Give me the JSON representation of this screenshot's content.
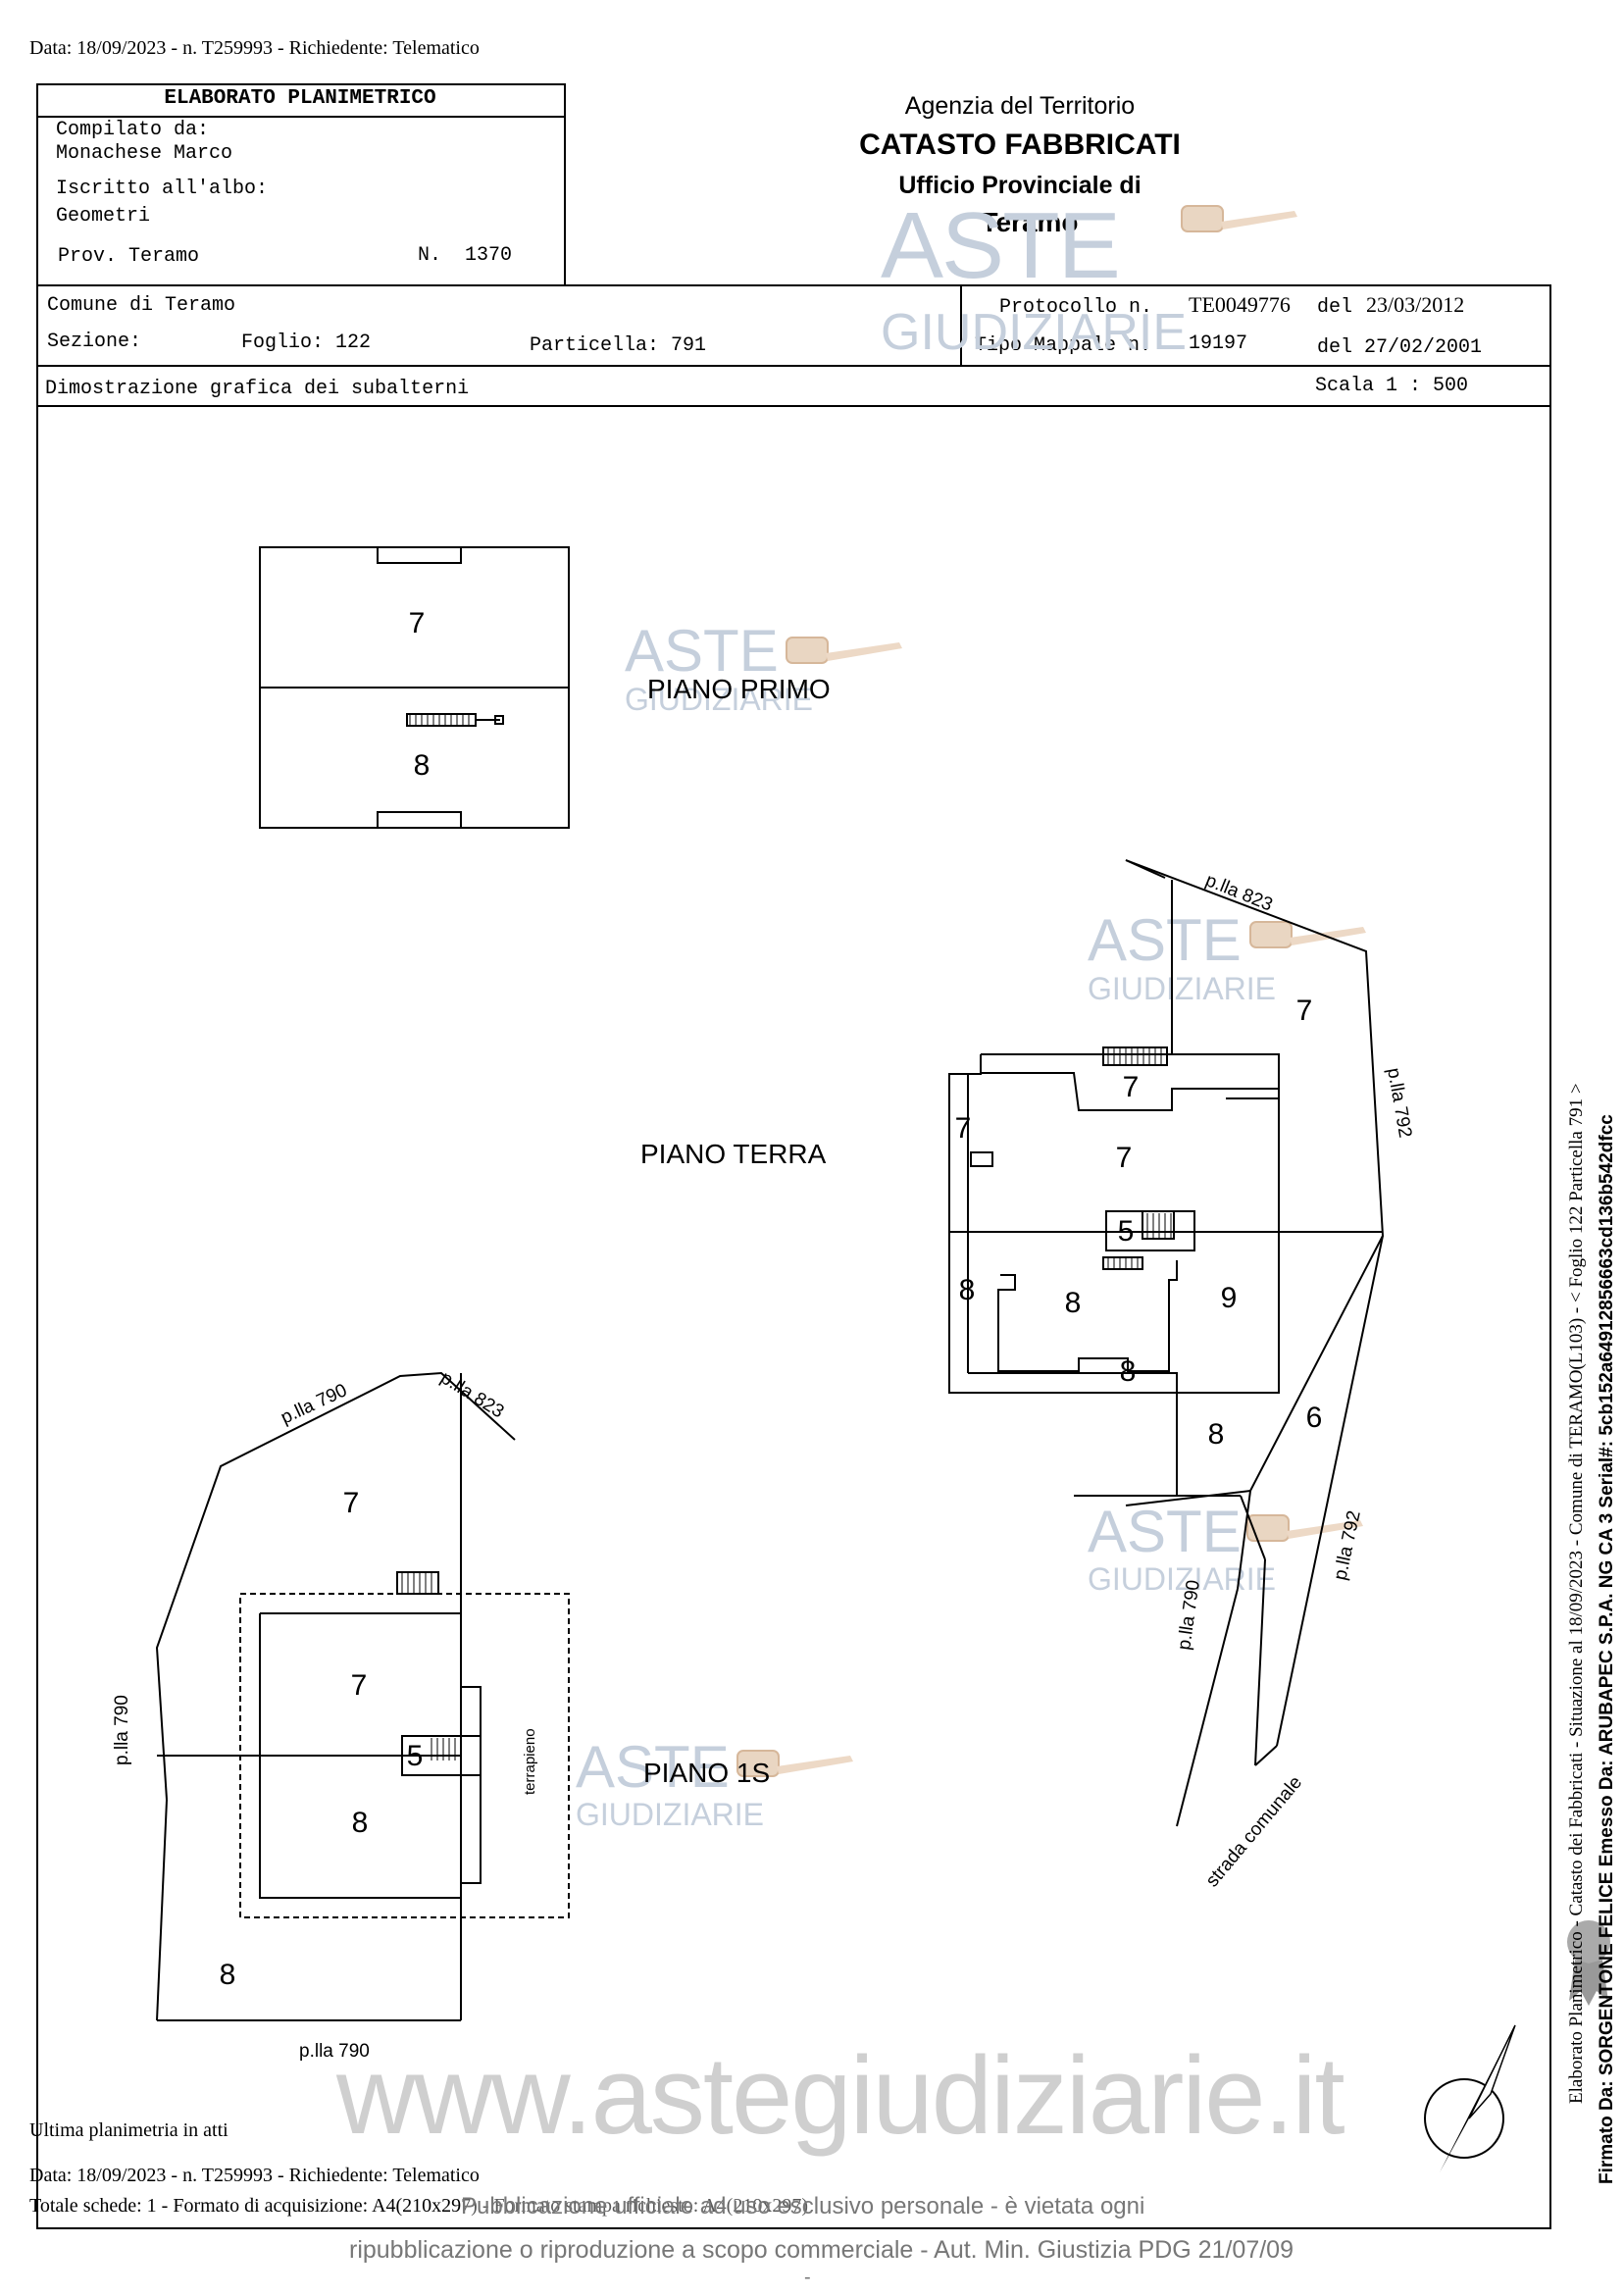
{
  "header": {
    "top_line": "Data: 18/09/2023 - n. T259993 - Richiedente: Telematico"
  },
  "compiler_box": {
    "title": "ELABORATO PLANIMETRICO",
    "compiled_by_label": "Compilato da:",
    "compiled_by_name": "Monachese Marco",
    "registered_label": "Iscritto all'albo:",
    "registered_value": "Geometri",
    "province": "Prov. Teramo",
    "number": "N.  1370"
  },
  "agency": {
    "line1": "Agenzia del Territorio",
    "line2": "CATASTO FABBRICATI",
    "line3": "Ufficio Provinciale di",
    "line4": "Teramo"
  },
  "info_row": {
    "comune": "Comune di Teramo",
    "sezione": "Sezione:",
    "foglio": "Foglio: 122",
    "particella": "Particella: 791",
    "protocollo_label": "Protocollo n.",
    "protocollo_value": "TE0049776",
    "protocollo_del_label": "del",
    "protocollo_del_value": "23/03/2012",
    "tipo_mappale_label": "Tipo Mappale n.",
    "tipo_mappale_value": "19197",
    "tipo_del": "del 27/02/2001",
    "dimostrazione": "Dimostrazione grafica dei subalterni",
    "scala": "Scala 1 : 500"
  },
  "plan": {
    "piano_primo": "PIANO PRIMO",
    "piano_terra": "PIANO TERRA",
    "piano_1s": "PIANO 1S",
    "terrapieno": "terrapieno",
    "strada_comunale": "strada comunale",
    "plla_823": "p.lla 823",
    "plla_790": "p.lla 790",
    "plla_792": "p.lla 792",
    "sub_5": "5",
    "sub_6": "6",
    "sub_7": "7",
    "sub_8": "8",
    "sub_9": "9"
  },
  "footer": {
    "ultima": "Ultima planimetria in atti",
    "data_line": "Data: 18/09/2023 - n. T259993 - Richiedente: Telematico",
    "totale_line": "Totale schede: 1 - Formato di acquisizione: A4(210x297) - Formato stampa richiesto: A4(210x297)",
    "watermark_url": "www.astegiudiziarie.it",
    "notice1": "Pubblicazione ufficiale ad uso esclusivo personale - è vietata ogni",
    "notice2": "ripubblicazione o riproduzione a scopo commerciale - Aut. Min. Giustizia PDG 21/07/09",
    "dash": "-"
  },
  "side": {
    "line1": "Elaborato Planimetrico - Catasto dei Fabbricati - Situazione al 18/09/2023 - Comune di TERAMO(L103) - < Foglio 122 Particella 791 >",
    "line2": "Firmato Da: SORGENTONE FELICE Emesso Da: ARUBAPEC S.P.A. NG CA 3 Serial#: 5cb152a64912856663cd136b542dfcc"
  },
  "watermark": {
    "aste": "ASTE",
    "giudiziarie": "GIUDIZIARIE"
  }
}
